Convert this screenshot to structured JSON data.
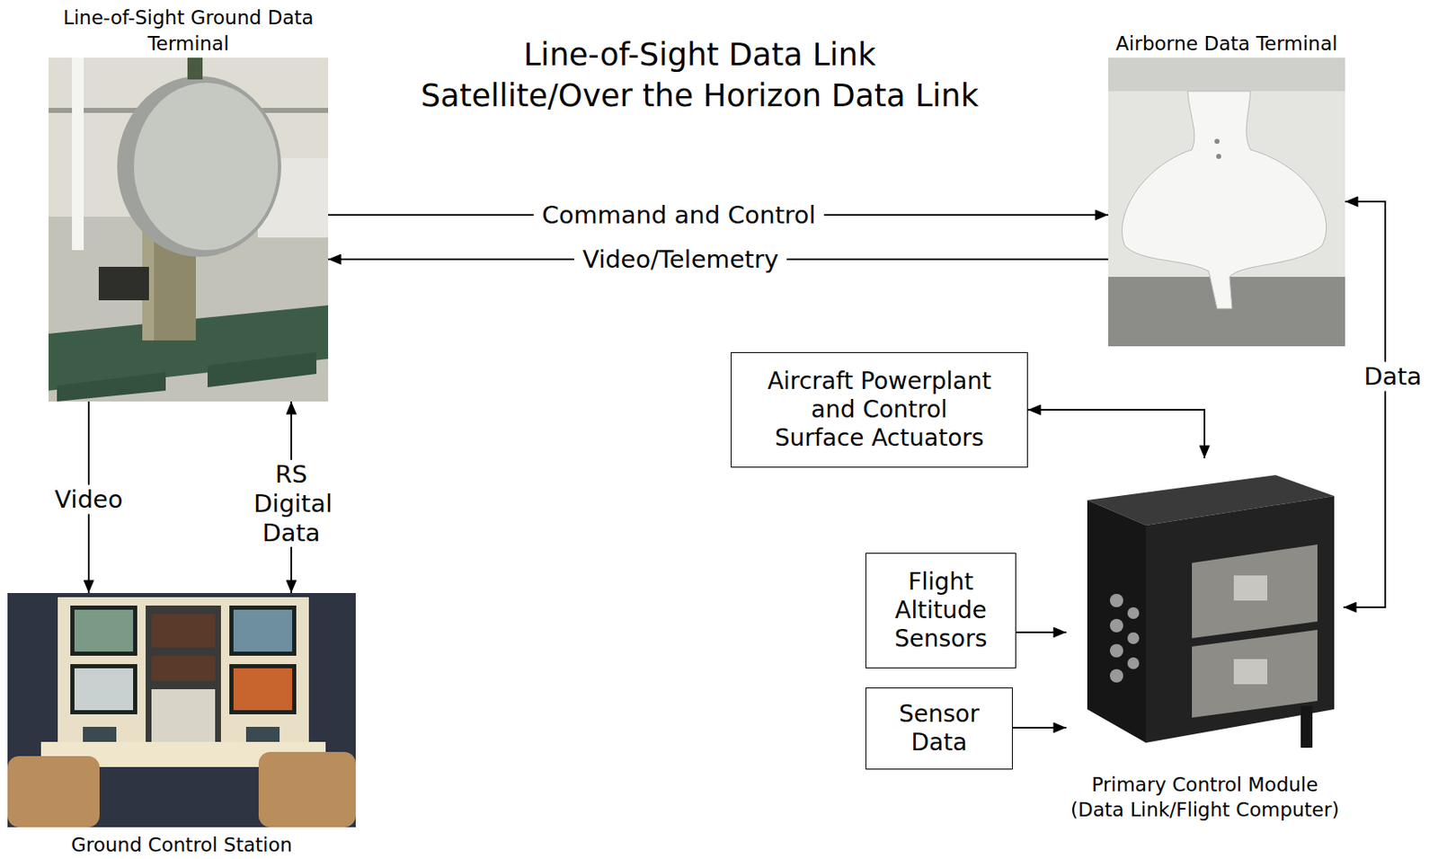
{
  "diagram": {
    "title": "Line-of-Sight Data Link",
    "nodes": [
      {
        "text": [
          "Line-of-Sight Ground Data Terminal"
        ]
      },
      {
        "text": [
          "Airborne Data Terminal"
        ]
      },
      {
        "text": [
          "Aircraft Powerplant and Control Surface Actuators"
        ]
      },
      {
        "text": [
          "Primary Control Module (Data Link/Flight Computer)"
        ]
      },
      {
        "text": [
          "Flight Altitude Sensors"
        ]
      },
      {
        "text": [
          "Sensor Data"
        ]
      },
      {
        "text": [
          "Ground Control Station"
        ]
      }
    ],
    "edges": [
      {
        "from": 0,
        "to": 1,
        "label": "Command and Control",
        "arrow": "to"
      },
      {
        "from": 1,
        "to": 0,
        "label": "Video/Telemetry",
        "arrow": "to"
      },
      {
        "from": 0,
        "to": 6,
        "label": "Video",
        "arrow": "to"
      },
      {
        "from": 0,
        "to": 6,
        "label": "RS Digital Data",
        "arrow": "both"
      },
      {
        "from": 2,
        "to": 3,
        "arrow": "both"
      },
      {
        "from": 1,
        "to": 3,
        "label": "Data",
        "arrow": "both"
      },
      {
        "from": 4,
        "to": 3,
        "arrow": "to"
      },
      {
        "from": 5,
        "to": 3,
        "arrow": "to"
      }
    ],
    "labels": [
      "Satellite/Over the Horizon Data Link"
    ]
  }
}
